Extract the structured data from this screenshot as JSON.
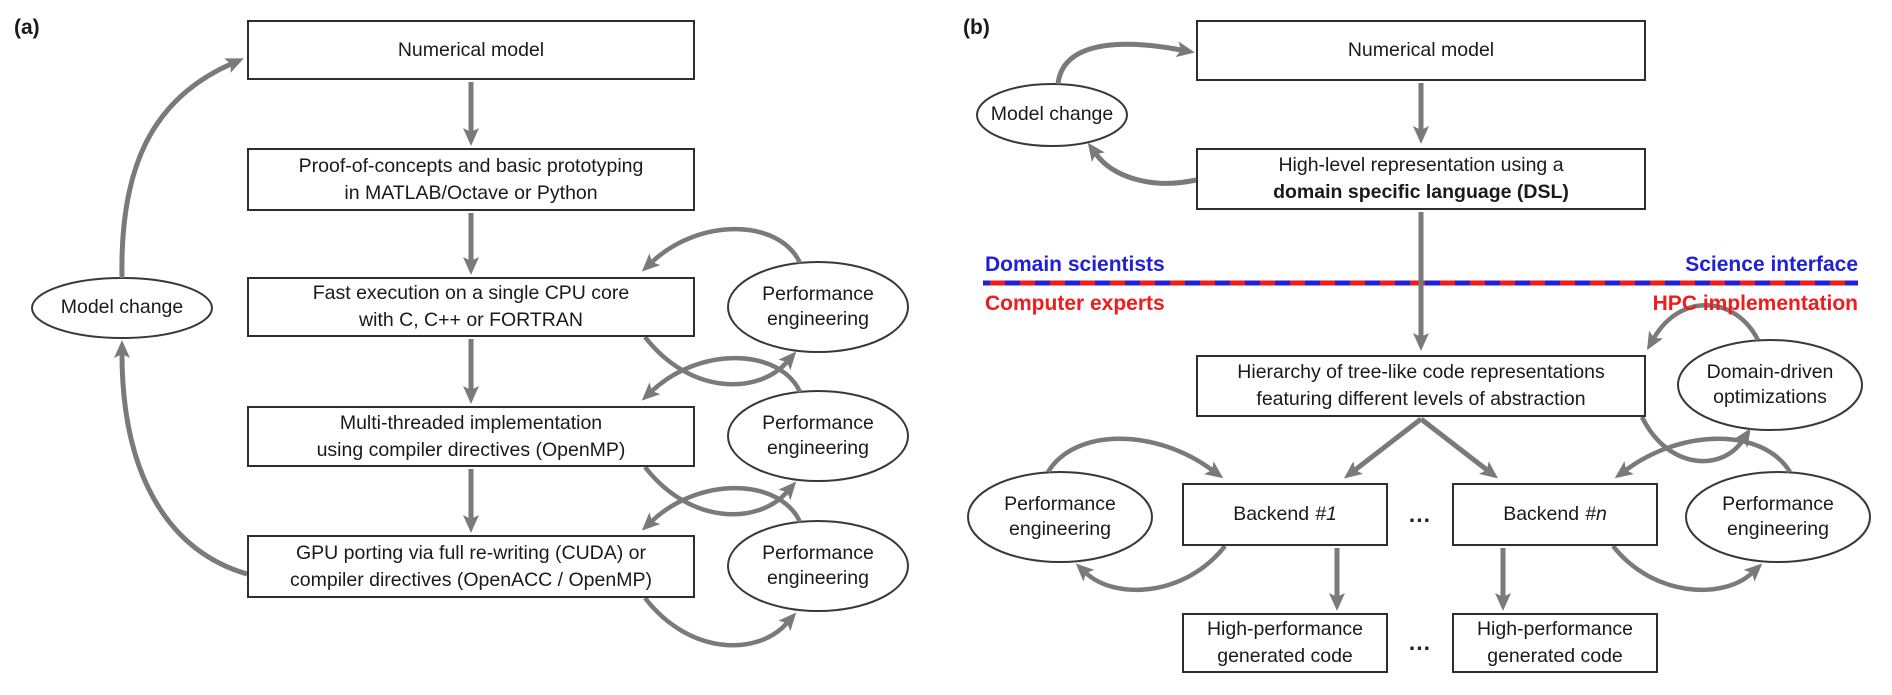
{
  "figure": {
    "type": "flowchart-comparison",
    "colors": {
      "arrow_gray": "#7a7a7a",
      "box_border": "#2e2e2e",
      "separator_blue": "#2020d6",
      "separator_red": "#ee1c1c",
      "background": "#ffffff"
    }
  },
  "panel_a": {
    "label": "(a)",
    "boxes": [
      {
        "lines": [
          "Numerical model"
        ]
      },
      {
        "lines": [
          "Proof-of-concepts and basic prototyping",
          "in MATLAB/Octave or Python"
        ]
      },
      {
        "lines": [
          "Fast execution on a single CPU core",
          "with C, C++ or FORTRAN"
        ]
      },
      {
        "lines": [
          "Multi-threaded implementation",
          "using compiler directives (OpenMP)"
        ]
      },
      {
        "lines": [
          "GPU porting via full re-writing (CUDA) or",
          "compiler directives (OpenACC / OpenMP)"
        ]
      }
    ],
    "model_change": "Model change",
    "perf_ellipse": {
      "line1": "Performance",
      "line2": "engineering"
    }
  },
  "panel_b": {
    "label": "(b)",
    "numerical_model": "Numerical model",
    "dsl_box": {
      "line1": "High-level representation using a",
      "line2": "domain specific language (DSL)"
    },
    "model_change": "Model change",
    "separator": {
      "top_left": "Domain scientists",
      "top_right": "Science interface",
      "bottom_left": "Computer experts",
      "bottom_right": "HPC implementation"
    },
    "hierarchy_box": {
      "line1": "Hierarchy of tree-like code representations",
      "line2": "featuring different levels of abstraction"
    },
    "domain_driven": {
      "line1": "Domain-driven",
      "line2": "optimizations"
    },
    "backends": [
      {
        "word": "Backend",
        "id": "#1"
      },
      {
        "word": "Backend",
        "id": "#n"
      }
    ],
    "generated_code": {
      "line1": "High-performance",
      "line2": "generated code"
    },
    "perf_ellipse": {
      "line1": "Performance",
      "line2": "engineering"
    },
    "dots": "..."
  }
}
